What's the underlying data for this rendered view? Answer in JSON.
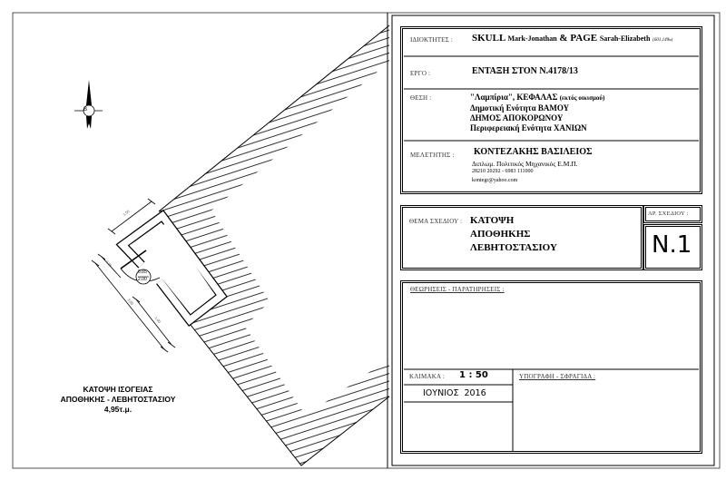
{
  "plan": {
    "caption_line1": "ΚΑΤΟΨΗ ΙΣΟΓΕΙΑΣ",
    "caption_line2": "ΑΠΟΘΗΚΗΣ - ΛΕΒΗΤΟΣΤΑΣΙΟΥ",
    "caption_area": "4,95τ.μ.",
    "north_label": "B",
    "door_width": "0.85",
    "door_height": "2.00",
    "dim_top": "1.50",
    "dim_door_side": "0.86",
    "dim_long": "3.00",
    "dim_short": "1.00"
  },
  "title_block": {
    "owners_label": "ΙΔΙΟΚΤΗΤΕΣ :",
    "owner1_surname": "SKULL",
    "owner1_name": "Mark-Jonathan",
    "owners_amp": "&",
    "owner2_surname": "PAGE",
    "owner2_name": "Sarah-Elizabeth",
    "owners_share": "(601,14‰)",
    "project_label": "ΕΡΓΟ :",
    "project": "ΕΝΤΑΞΗ ΣΤΟΝ Ν.4178/13",
    "location_label": "ΘΕΣΗ :",
    "location_line1": "\"Λαμπίρια\",   ΚΕΦΑΛΑΣ",
    "location_line1_note": "(εκτός οικισμού)",
    "location_line2": "Δημοτική Ενότητα ΒΑΜΟΥ",
    "location_line3": "ΔΗΜΟΣ ΑΠΟΚΟΡΩΝΟΥ",
    "location_line4": "Περιφερειακή Ενότητα ΧΑΝΙΩΝ",
    "engineer_label": "ΜΕΛΕΤΗΤΗΣ :",
    "engineer_name": "ΚΟΝΤΕΖΑΚΗΣ ΒΑΣΙΛΕΙΟΣ",
    "engineer_title": "Διπλωμ. Πολιτικός Μηχανικός Ε.Μ.Π.",
    "engineer_phone": "28210 20292 - 6983 111000",
    "engineer_email": "kontegr@yahoo.com",
    "subject_label": "ΘΕΜΑ ΣΧΕΔΙΟΥ :",
    "subject_line1": "ΚΑΤΟΨΗ",
    "subject_line2": "ΑΠΟΘΗΚΗΣ",
    "subject_line3": "ΛΕΒΗΤΟΣΤΑΣΙΟΥ",
    "drawing_no_label": "ΑΡ. ΣΧΕΔΙΟΥ :",
    "drawing_no": "N.1",
    "remarks_label": "ΘΕΩΡΗΣΕΙΣ - ΠΑΡΑΤΗΡΗΣΕΙΣ :",
    "scale_label": "ΚΛΙΜΑΚΑ :",
    "scale": "1 : 50",
    "date": "ΙΟΥΝΙΟΣ  2016",
    "signature_label": "ΥΠΟΓΡΑΦΗ - ΣΦΡΑΓΙΔΑ :"
  }
}
